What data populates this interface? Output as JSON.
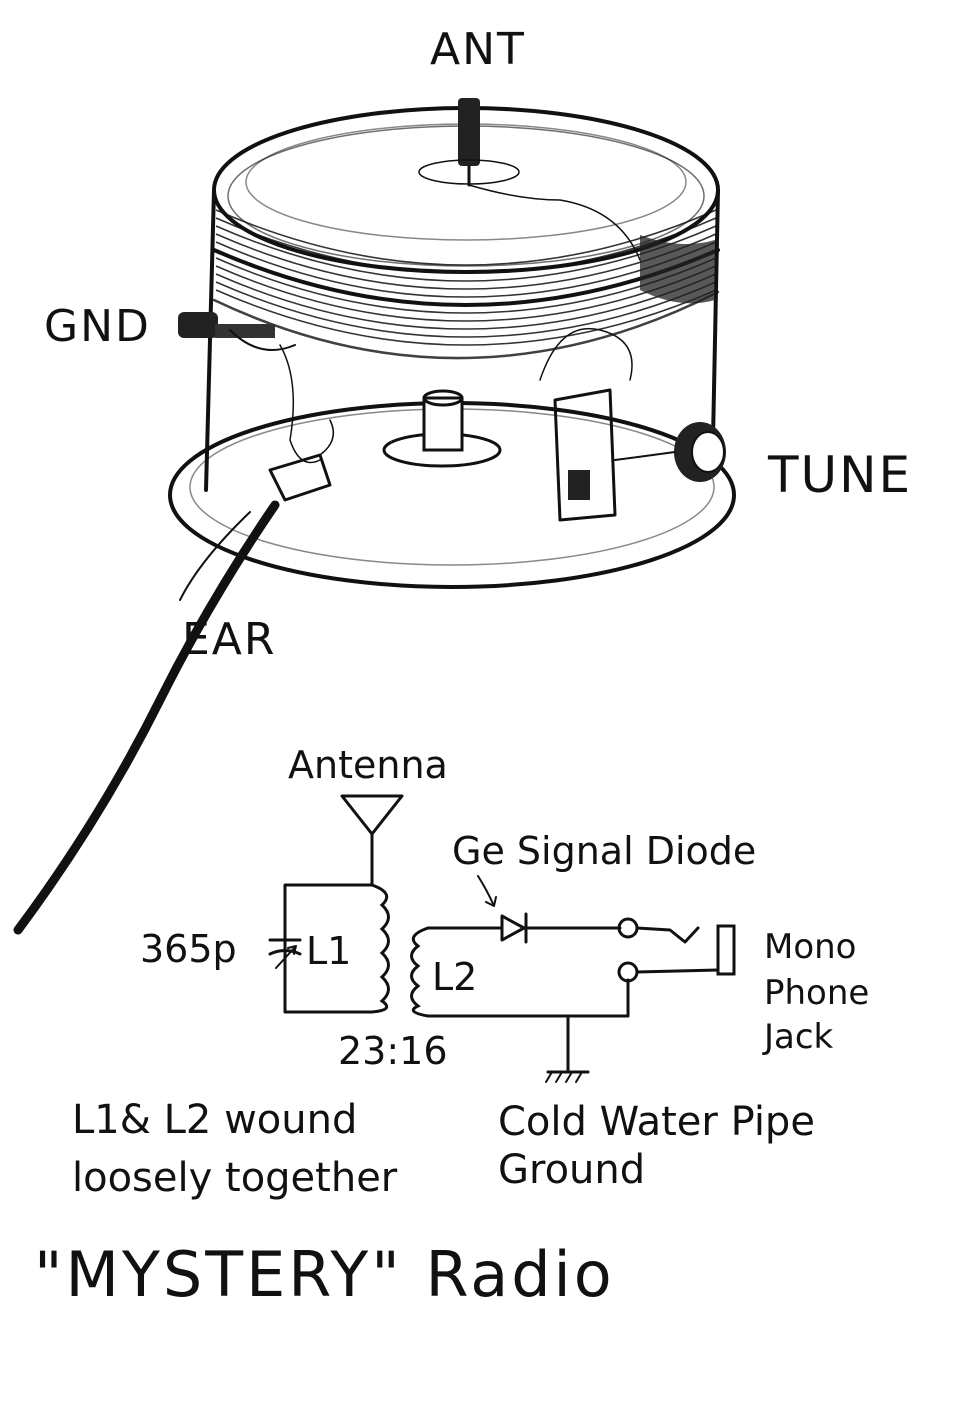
{
  "sketch": {
    "labels": {
      "ant": "ANT",
      "gnd": "GND",
      "tune": "TUNE",
      "ear": "EAR"
    }
  },
  "schematic": {
    "antenna": "Antenna",
    "diode": "Ge Signal Diode",
    "capacitor": "365p",
    "coil1": "L1",
    "coil2": "L2",
    "ratio": "23:16",
    "jack_line1": "Mono",
    "jack_line2": "Phone",
    "jack_line3": "Jack",
    "ground_line1": "Cold Water Pipe",
    "ground_line2": "Ground"
  },
  "notes": {
    "line1": "L1& L2 wound",
    "line2": "loosely together"
  },
  "title": "\"MYSTERY\" Radio"
}
